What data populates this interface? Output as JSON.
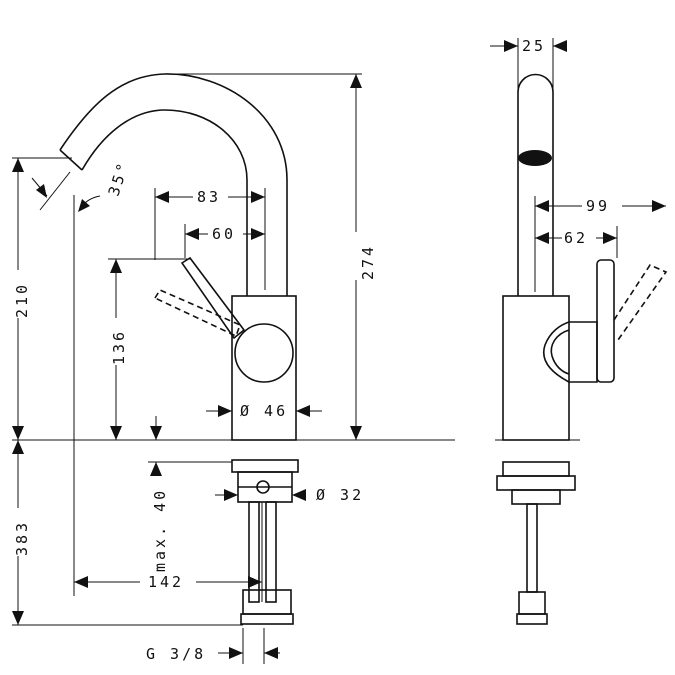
{
  "front_view": {
    "dims": {
      "height_total": "274",
      "height_spout": "210",
      "height_lever": "136",
      "reach_spout": "83",
      "reach_lever": "60",
      "body_diameter": "Ø 46",
      "thread_diameter": "Ø 32",
      "max_thickness": "max. 40",
      "below_counter": "383",
      "shank_reach": "142",
      "thread": "G 3/8",
      "angle": "35°"
    }
  },
  "side_view": {
    "dims": {
      "spout_width": "25",
      "depth_total": "99",
      "depth_lever": "62"
    }
  }
}
